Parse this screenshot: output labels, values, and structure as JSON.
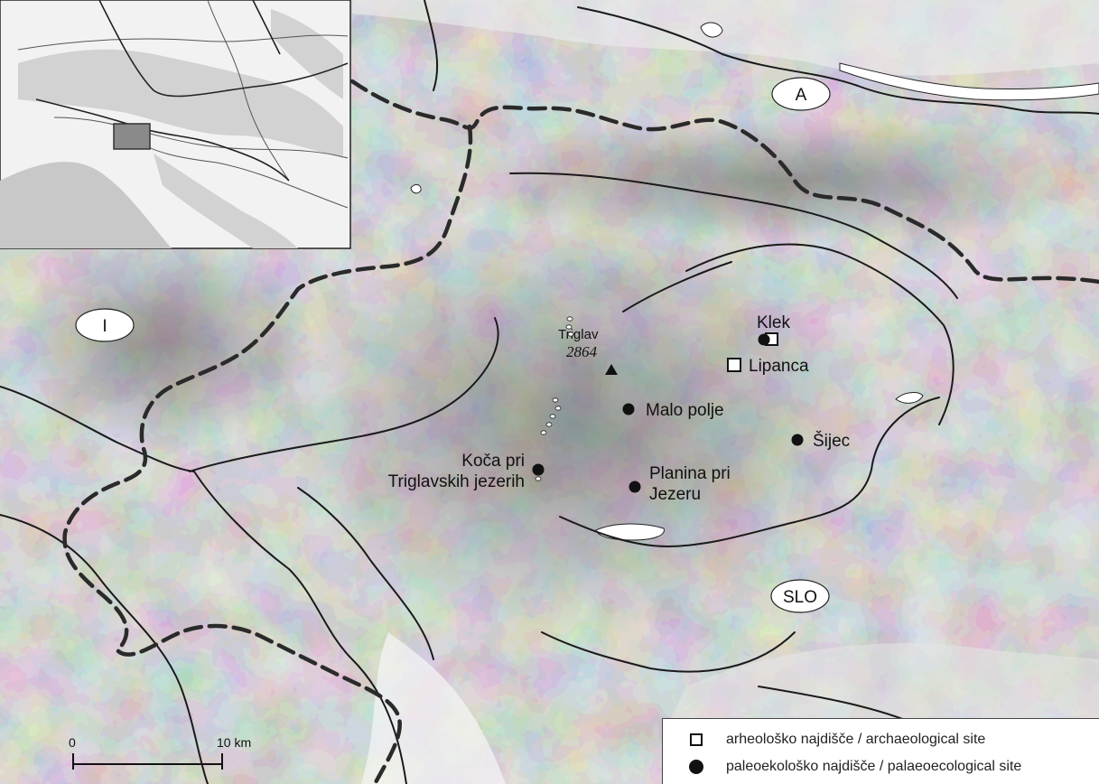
{
  "countries": [
    {
      "id": "austria",
      "code": "A"
    },
    {
      "id": "italy",
      "code": "I"
    },
    {
      "id": "slovenia",
      "code": "SLO"
    }
  ],
  "peak": {
    "name": "Triglav",
    "elevation": "2864",
    "marker_icon": "triangle-peak-icon"
  },
  "sites": [
    {
      "id": "klek",
      "label_lines": [
        "Klek"
      ],
      "types": [
        "archaeological",
        "palaeoecological"
      ]
    },
    {
      "id": "lipanca",
      "label_lines": [
        "Lipanca"
      ],
      "types": [
        "archaeological"
      ]
    },
    {
      "id": "malo-polje",
      "label_lines": [
        "Malo polje"
      ],
      "types": [
        "palaeoecological"
      ]
    },
    {
      "id": "sijec",
      "label_lines": [
        "Šijec"
      ],
      "types": [
        "palaeoecological"
      ]
    },
    {
      "id": "koca-pri-triglavskih-jezerih",
      "label_lines": [
        "Koča pri",
        "Triglavskih jezerih"
      ],
      "types": [
        "palaeoecological"
      ]
    },
    {
      "id": "planina-pri-jezeru",
      "label_lines": [
        "Planina pri",
        "Jezeru"
      ],
      "types": [
        "palaeoecological"
      ]
    }
  ],
  "scale_bar": {
    "start_label": "0",
    "end_label": "10 km"
  },
  "legend": {
    "items": [
      {
        "symbol": "square",
        "icon": "square-icon",
        "label": "arheološko najdišče / archaeological site"
      },
      {
        "symbol": "dot",
        "icon": "dot-icon",
        "label": "paleoekološko najdišče / palaeoecological site"
      }
    ]
  },
  "colors": {
    "elev_0": "#f1f1f1",
    "elev_1": "#dcdcdc",
    "elev_2": "#c6c6c6",
    "elev_3": "#adadad",
    "elev_4": "#949494",
    "elev_5": "#7a7a7a",
    "border": "#2a2a2a",
    "river": "#1a1a1a",
    "water": "#ffffff",
    "marker": "#111111"
  }
}
